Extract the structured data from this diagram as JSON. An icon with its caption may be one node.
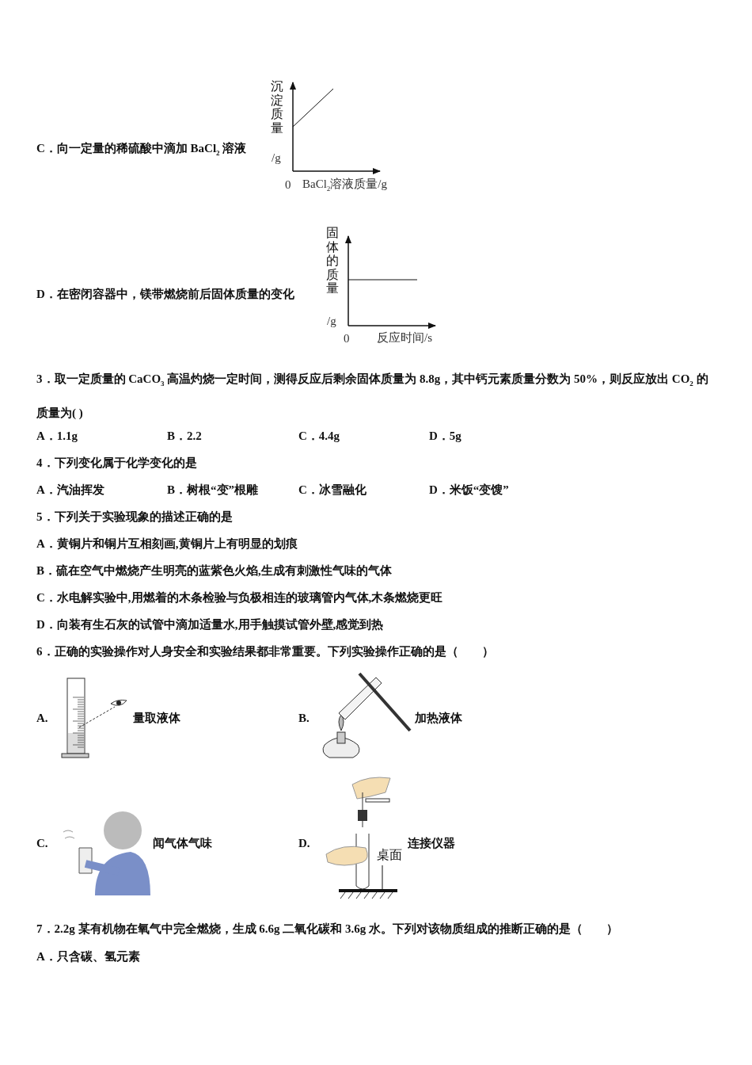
{
  "diagram": {
    "nodes": [
      {
        "text": [
          "桌面"
        ]
      },
      {
        "text": [],
        "shape": "bar"
      }
    ],
    "edges": [
      {
        "from": 0,
        "to": 1,
        "arrow": "none"
      }
    ],
    "labels": [
      "C．向一定量的稀硫酸中滴加 BaCl$_{2}$ 溶液",
      "沉淀质量",
      "/g",
      "0",
      "BaCl$_{2}$溶液质量/g",
      "固体的质量",
      "D．在密闭容器中，镁带燃烧前后固体质量的变化",
      "/g",
      "0",
      "反应时间/s",
      "3．取一定质量的 CaCO$_{3}$ 高温灼烧一定时间，测得反应后剩余固体质量为 8.8g，其中钙元素质量分数为 50%，则反应放出 CO$_{2}$ 的质量为( )",
      "A．1.1g",
      "B．2.2",
      "C．4.4g",
      "D．5g",
      "4．下列变化属于化学变化的是",
      "A．汽油挥发",
      "B．树根“变”根雕",
      "C．冰雪融化",
      "D．米饭“变馊”",
      "5．下列关于实验现象的描述正确的是",
      "A．黄铜片和铜片互相刻画,黄铜片上有明显的划痕",
      "B．硫在空气中燃烧产生明亮的蓝紫色火焰,生成有刺激性气味的气体",
      "C．水电解实验中,用燃着的木条检验与负极相连的玻璃管内气体,木条燃烧更旺",
      "D．向装有生石灰的试管中滴加适量水,用手触摸试管外壁,感觉到热",
      "6．正确的实验操作对人身安全和实验结果都非常重要。下列实验操作正确的是（　　）",
      "A.",
      "量取液体",
      "B.",
      "加热液体",
      "C.",
      "闻气体气味",
      "D.",
      "连接仪器",
      "7．2.2g 某有机物在氧气中完全燃烧，生成 6.6g 二氧化碳和 3.6g 水。下列对该物质组成的推断正确的是（　　）",
      "A．只含碳、氢元素"
    ]
  }
}
